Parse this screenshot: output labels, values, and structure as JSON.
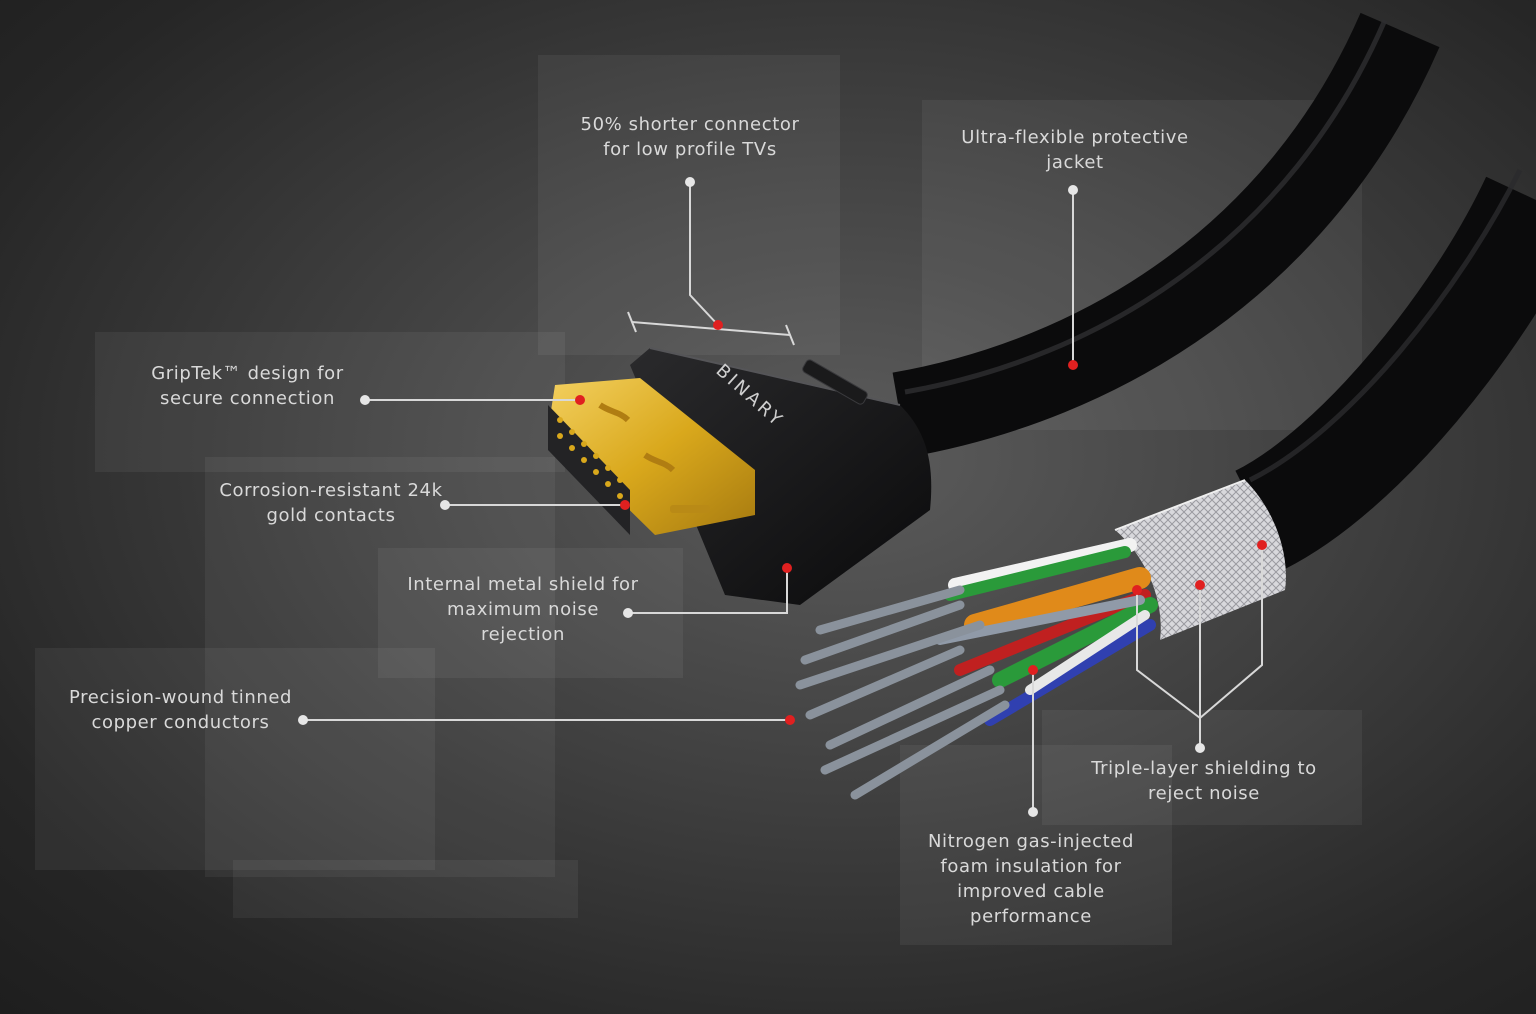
{
  "callouts": {
    "shorter_connector": "50% shorter connector\nfor low profile TVs",
    "jacket": "Ultra-flexible protective\njacket",
    "griptek": "GripTek™ design for\nsecure connection",
    "gold_contacts": "Corrosion-resistant 24k\ngold contacts",
    "metal_shield": "Internal metal shield for\nmaximum noise\nrejection",
    "conductors": "Precision-wound tinned\ncopper conductors",
    "triple_shielding": "Triple-layer shielding to\nreject noise",
    "foam_insulation": "Nitrogen gas-injected\nfoam insulation for\nimproved cable\nperformance"
  },
  "brand_logo": "BINARY",
  "colors": {
    "marker": "#e02020",
    "leader_line": "#d8d8d8",
    "gold": "#d9a81c",
    "cable": "#0b0b0c"
  }
}
